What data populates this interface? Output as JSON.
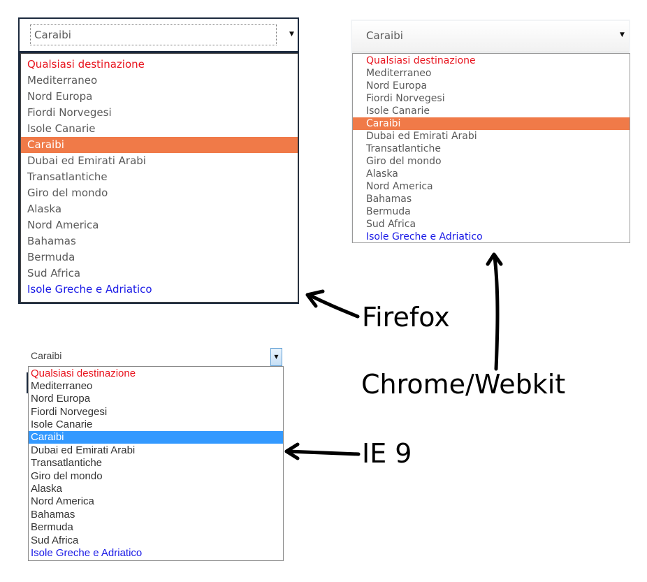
{
  "colors": {
    "red_option": "#e8141e",
    "blue_option": "#1a1ae6",
    "firefox_highlight": "#f07a48",
    "chrome_highlight": "#f07a48",
    "ie_highlight": "#3399ff",
    "gray_text": "#5a5a5a"
  },
  "options": [
    "Qualsiasi destinazione",
    "Mediterraneo",
    "Nord Europa",
    "Fiordi Norvegesi",
    "Isole Canarie",
    "Caraibi",
    "Dubai ed Emirati Arabi",
    "Transatlantiche",
    "Giro del mondo",
    "Alaska",
    "Nord America",
    "Bahamas",
    "Bermuda",
    "Sud Africa",
    "Isole Greche e Adriatico"
  ],
  "firefox": {
    "selected_value": "Caraibi",
    "selected_index": 5,
    "arrow_icon": "dropdown-arrow-icon"
  },
  "chrome": {
    "selected_value": "Caraibi",
    "selected_index": 5,
    "arrow_icon": "dropdown-arrow-icon"
  },
  "ie": {
    "selected_value": "Caraibi",
    "selected_index": 5,
    "arrow_icon": "dropdown-arrow-icon"
  },
  "labels": {
    "firefox": "Firefox",
    "chrome": "Chrome/Webkit",
    "ie": "IE 9"
  }
}
